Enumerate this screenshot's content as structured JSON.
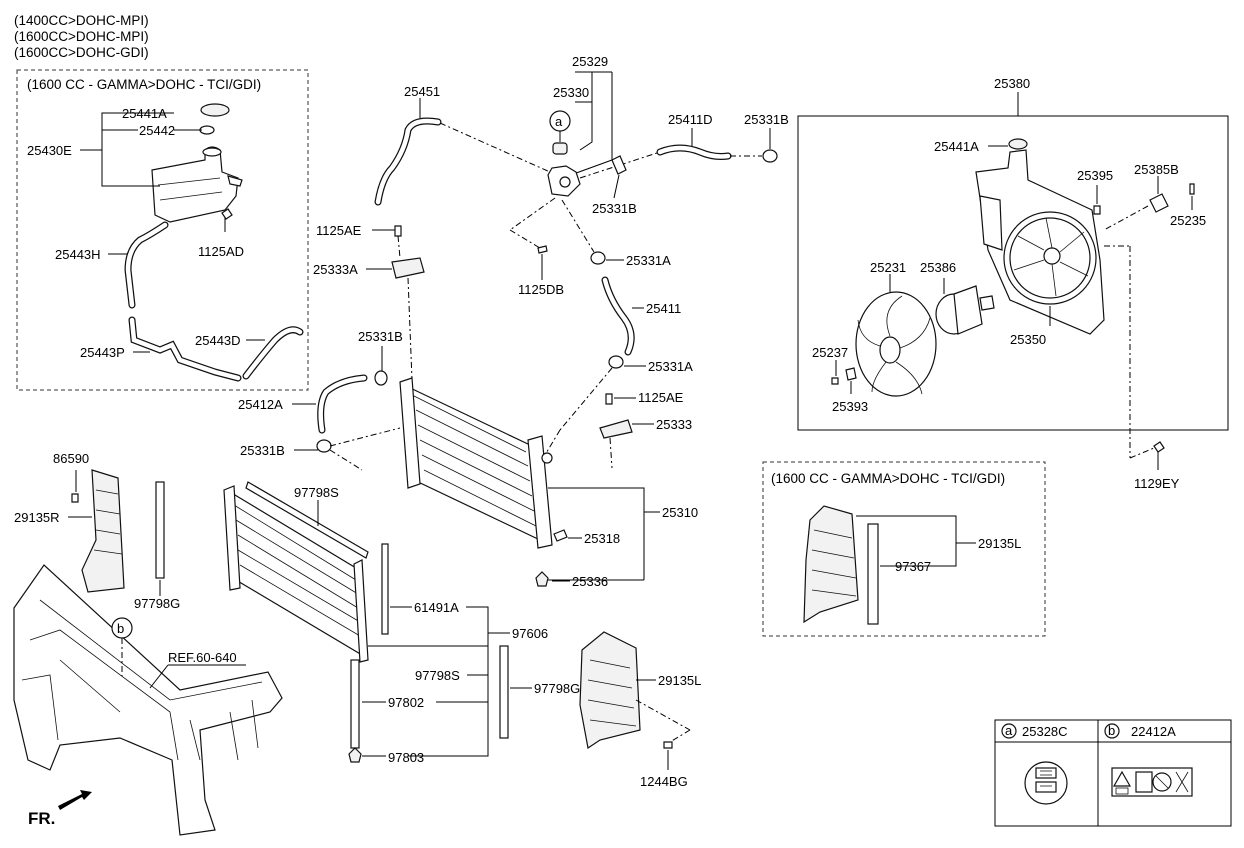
{
  "engine_variants": [
    "(1400CC>DOHC-MPI)",
    "(1600CC>DOHC-MPI)",
    "(1600CC>DOHC-GDI)"
  ],
  "tci_box_title": "(1600 CC - GAMMA>DOHC - TCI/GDI)",
  "tci_box_title_2": "(1600 CC - GAMMA>DOHC - TCI/GDI)",
  "ref_label": "REF.60-640",
  "front_label": "FR.",
  "callout_a": "a",
  "callout_b": "b",
  "labels": {
    "p25441A": "25441A",
    "p25442": "25442",
    "p25430E": "25430E",
    "p1125AD": "1125AD",
    "p25443H": "25443H",
    "p25443D": "25443D",
    "p25443P": "25443P",
    "p25451": "25451",
    "p25329": "25329",
    "p25330": "25330",
    "p25411D": "25411D",
    "p25331B_top": "25331B",
    "p25331B_mid": "25331B",
    "p1125AE_1": "1125AE",
    "p25333A": "25333A",
    "p1125DB": "1125DB",
    "p25331A_1": "25331A",
    "p25411": "25411",
    "p25331B_left": "25331B",
    "p25331A_2": "25331A",
    "p25412A": "25412A",
    "p1125AE_2": "1125AE",
    "p25333": "25333",
    "p25331B_low": "25331B",
    "p25310": "25310",
    "p25318": "25318",
    "p25336": "25336",
    "p86590": "86590",
    "p29135R": "29135R",
    "p97798S": "97798S",
    "p97798G_l": "97798G",
    "p61491A": "61491A",
    "p97606": "97606",
    "p97798S_2": "97798S",
    "p97798G_r": "97798G",
    "p97802": "97802",
    "p97803": "97803",
    "p29135L_1": "29135L",
    "p1244BG": "1244BG",
    "p25380": "25380",
    "p25441A_2": "25441A",
    "p25395": "25395",
    "p25385B": "25385B",
    "p25235": "25235",
    "p25231": "25231",
    "p25386": "25386",
    "p25350": "25350",
    "p25237": "25237",
    "p25393": "25393",
    "p1129EY": "1129EY",
    "p29135L_2": "29135L",
    "p97367": "97367"
  },
  "legend": {
    "a_letter": "a",
    "a_part": "25328C",
    "b_letter": "b",
    "b_part": "22412A"
  }
}
